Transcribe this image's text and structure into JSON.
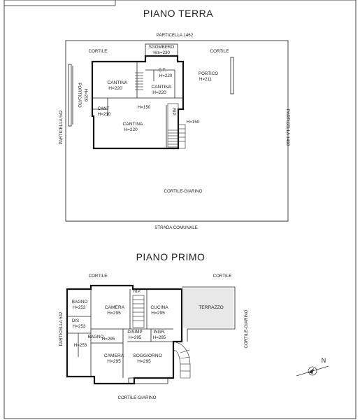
{
  "header": {
    "left_text": "",
    "right_text": ""
  },
  "ground_floor": {
    "title": "PIANO TERRA",
    "boundary_labels": {
      "top": "PARTICELLA 1462",
      "left": "PARTICELLA 542",
      "right": "PARTICELLA 1408",
      "bottom": "STRADA COMUNALE"
    },
    "areas": {
      "cortile_left": "CORTILE",
      "cortile_right": "CORTILE",
      "cortile_giarino": "CORTILE-GIARINO"
    },
    "rooms": {
      "sgombero": {
        "name": "SGOMBERO",
        "height": "Hm=230"
      },
      "cantina_1": {
        "name": "CANTINA",
        "height": "H=220"
      },
      "ct": {
        "name": "C.T.",
        "height": "H=220"
      },
      "cantina_2": {
        "name": "CANTINA",
        "height": "H=220"
      },
      "portico": {
        "name": "PORTICO",
        "height": "H=211"
      },
      "porticato": {
        "name": "PORTICATO",
        "height": "H=209"
      },
      "cant_small": {
        "name": "CANT",
        "height": "H=210"
      },
      "h150": "H=150",
      "cantina_3": {
        "name": "CANTINA",
        "height": "H=220"
      },
      "rip": "RIP.",
      "rip_height": "H=150"
    }
  },
  "first_floor": {
    "title": "PIANO PRIMO",
    "boundary_labels": {
      "left": "PARTICELLA 542",
      "right": "CORTILE-GIARINO",
      "top_left": "CORTILE",
      "top_right": "CORTILE",
      "bottom": "CORTILE-GIARINO"
    },
    "rooms": {
      "bagno_1": {
        "name": "BAGNO",
        "height": "H=253"
      },
      "camera_1": {
        "name": "CAMERA",
        "height": "H=295"
      },
      "rip": "RIP.",
      "cucina": {
        "name": "CUCINA",
        "height": "H=295"
      },
      "terrazzo": "TERRAZZO",
      "dis": {
        "name": "DIS",
        "height": "H=253"
      },
      "bagno_2": {
        "name": "BAGNO",
        "height": "H=295"
      },
      "disimp": {
        "name": "DISIMP",
        "height": "H=295"
      },
      "ingr": {
        "name": "INGR.",
        "height": "H=295"
      },
      "h253": "H=253",
      "camera_2": {
        "name": "CAMERA",
        "height": "H=295"
      },
      "soggiorno": {
        "name": "SOGGIORNO",
        "height": "H=295"
      }
    },
    "north_label": "N"
  }
}
